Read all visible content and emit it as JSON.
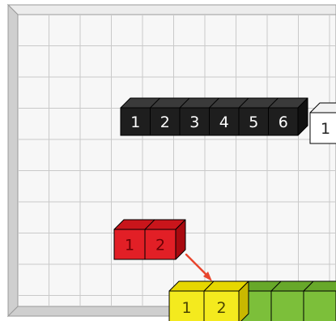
{
  "board": {
    "colors": {
      "face": "#f7f7f7",
      "edge_top": "#ececec",
      "edge_left": "#cfcfcf",
      "grid": "#c9c9c9",
      "outline": "#9a9a9a"
    }
  },
  "rods": {
    "black": {
      "labels": [
        "1",
        "2",
        "3",
        "4",
        "5",
        "6"
      ],
      "colors": {
        "front": "#1e1e1e",
        "top": "#3a3a3a",
        "side": "#111111",
        "text": "#ffffff"
      }
    },
    "white": {
      "labels": [
        "1"
      ],
      "colors": {
        "front": "#ffffff",
        "top": "#f2f2f2",
        "side": "#dcdcdc",
        "text": "#222222"
      }
    },
    "red": {
      "labels": [
        "1",
        "2"
      ],
      "colors": {
        "front": "#e21f26",
        "top": "#c9151b",
        "side": "#a8090f",
        "text": "#6a0004"
      }
    },
    "yellow": {
      "labels": [
        "1",
        "2"
      ],
      "colors": {
        "front": "#f4ea1e",
        "top": "#e6d700",
        "side": "#c9b800",
        "text": "#4a4400"
      }
    },
    "green": {
      "labels": [
        "",
        "",
        "",
        ""
      ],
      "colors": {
        "front": "#7cbf3a",
        "top": "#67a82a",
        "side": "#4f8f1c",
        "text": "#2f5a10"
      }
    }
  },
  "arrow": {
    "color": "#e8452d"
  }
}
